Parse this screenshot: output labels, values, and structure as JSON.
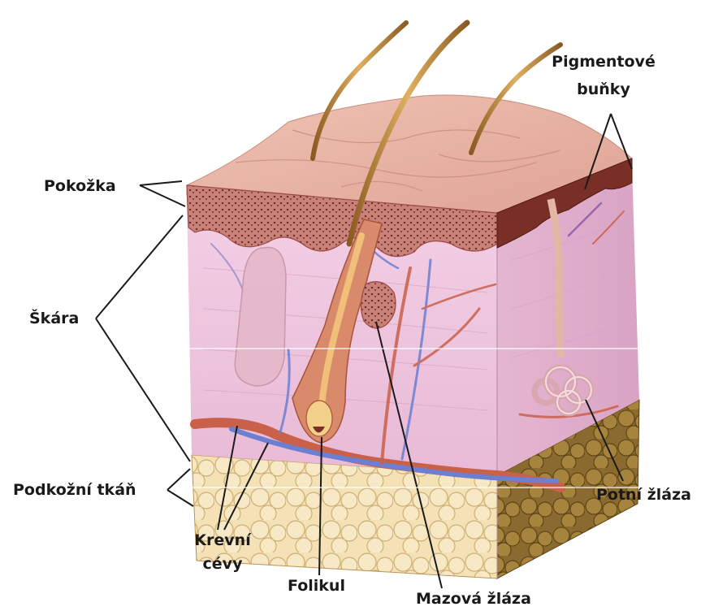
{
  "labels": {
    "pokozka": "Pokožka",
    "skara": "Škára",
    "podkozni_tkan": "Podkožní tkáň",
    "krevni": "Krevní",
    "cevy": "cévy",
    "folikul": "Folikul",
    "mazova_zlaza": "Mazová žláza",
    "potni_zlaza": "Potní žláza",
    "pigmentove": "Pigmentové",
    "bunky": "buňky"
  },
  "colors": {
    "epidermis": "#e8b8a8",
    "epidermis_layer": "#b5706a",
    "dermis": "#efc6df",
    "fat": "#f3dfb0",
    "side_dark": "#7a3a2e",
    "artery": "#c9604a",
    "vein": "#6c7fd0",
    "hair": "#c28a3c",
    "leader": "#1a1a1a"
  }
}
